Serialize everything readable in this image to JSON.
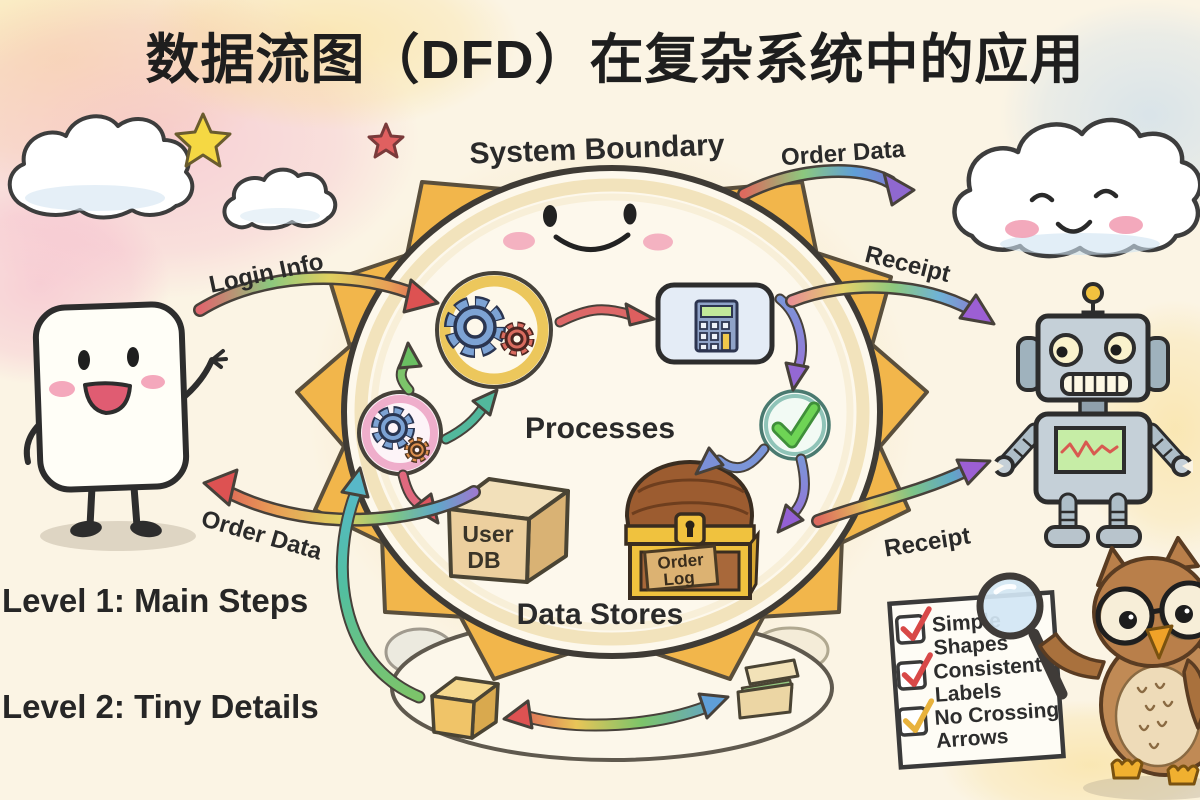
{
  "title": "数据流图（DFD）在复杂系统中的应用",
  "sun": {
    "boundary_label": "System Boundary",
    "processes_label": "Processes",
    "data_stores_label": "Data Stores"
  },
  "flows": {
    "login_info": "Login Info",
    "order_data_left": "Order Data",
    "order_data_top": "Order Data",
    "receipt_top": "Receipt",
    "receipt_bottom": "Receipt"
  },
  "stores": {
    "user_db": [
      "User",
      "DB"
    ],
    "order_log": [
      "Order",
      "Log"
    ]
  },
  "levels": {
    "level1": "Level 1: Main Steps",
    "level2": "Level 2: Tiny Details"
  },
  "checklist": {
    "items": [
      [
        "Simple",
        "Shapes"
      ],
      [
        "Consistent",
        "Labels"
      ],
      [
        "No Crossing",
        "Arrows"
      ]
    ]
  },
  "icons": {
    "boundary": "smiling-sun",
    "external_entity_left": "smiling-card-character",
    "external_entity_right": "robot-character",
    "process_main": "gears-in-yellow-circle",
    "process_small": "gears-in-pink-circle",
    "calculator": "calculator-icon",
    "validation": "green-checkmark-circle",
    "user_db": "cardboard-box",
    "order_log": "treasure-chest",
    "reviewer": "owl-with-magnifier",
    "magnifier": "magnifying-glass-icon",
    "decor": [
      "cloud-doodle",
      "smiling-cloud-doodle",
      "yellow-star",
      "red-star"
    ]
  },
  "colors": {
    "background": "#fbf4e4",
    "sun_ray": "#f2b64b",
    "sun_fill": "#fdf8ec",
    "process_ring": "#ecc75c",
    "small_process_ring": "#efaecb",
    "gear_blue": "#7da3d4",
    "gear_red": "#d96b5f",
    "check_green": "#6ed455",
    "calculator_panel": "#e4ecf6",
    "db_box_tan": "#eccf9e",
    "chest_gold": "#f0c23e",
    "chest_brown": "#9c5c30",
    "robot_gray": "#c5cfd8",
    "robot_screen": "#c6eda6",
    "owl_brown": "#b97f4a",
    "checklist_check_red": "#d84848",
    "checklist_check_yellow": "#e8b23c",
    "arrow_red": "#dd5858",
    "arrow_green": "#7cc46a",
    "arrow_blue": "#5f9fd8",
    "arrow_purple": "#9c6ad0",
    "arrow_teal": "#52bfa0"
  }
}
